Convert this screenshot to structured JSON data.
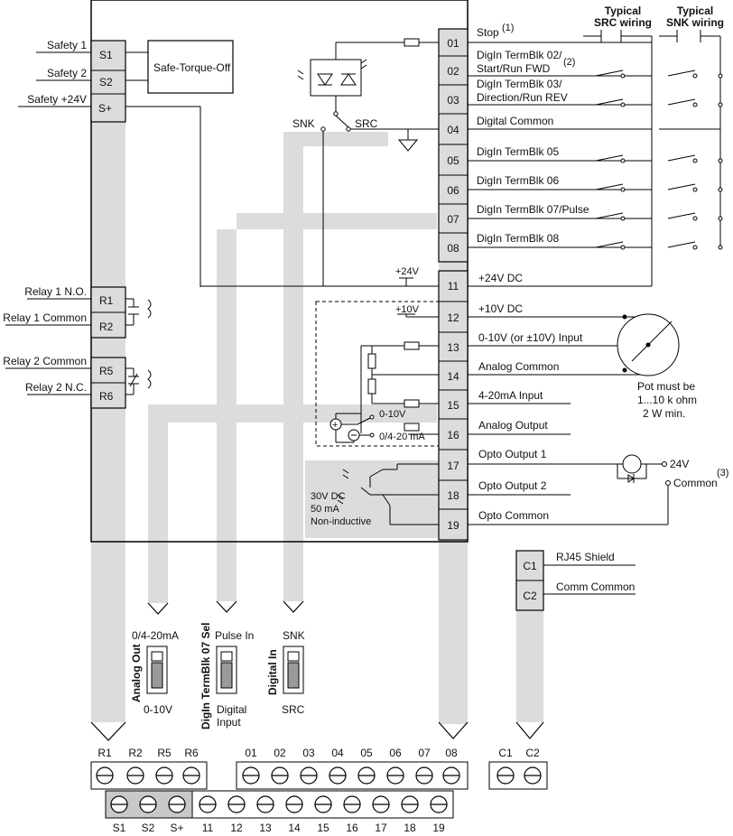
{
  "left_labels": [
    "Safety 1",
    "Safety 2",
    "Safety +24V",
    "Relay 1 N.O.",
    "Relay 1 Common",
    "Relay 2 Common",
    "Relay 2 N.C."
  ],
  "left_terminals": [
    "S1",
    "S2",
    "S+",
    "R1",
    "R2",
    "R5",
    "R6"
  ],
  "safe_torque_off": "Safe-Torque-Off",
  "right_terminals": [
    "01",
    "02",
    "03",
    "04",
    "05",
    "06",
    "07",
    "08",
    "11",
    "12",
    "13",
    "14",
    "15",
    "16",
    "17",
    "18",
    "19"
  ],
  "io_labels": {
    "t01": "Stop",
    "t01_ref": "(1)",
    "t02a": "DigIn TermBlk 02/",
    "t02b": "Start/Run FWD",
    "t02_ref": "(2)",
    "t03a": "DigIn TermBlk 03/",
    "t03b": "Direction/Run REV",
    "t04": "Digital Common",
    "t05": "DigIn TermBlk 05",
    "t06": "DigIn TermBlk 06",
    "t07": "DigIn TermBlk 07/Pulse",
    "t08": "DigIn TermBlk 08",
    "t11": "+24V DC",
    "t12": "+10V DC",
    "t13": "0-10V (or ±10V) Input",
    "t14": "Analog Common",
    "t15": "4-20mA Input",
    "t16": "Analog Output",
    "t17": "Opto Output 1",
    "t18": "Opto Output 2",
    "t19": "Opto Common"
  },
  "wiring_headers": {
    "src_line1": "Typical",
    "src_line2": "SRC wiring",
    "snk_line1": "Typical",
    "snk_line2": "SNK wiring"
  },
  "internal": {
    "snk": "SNK",
    "src": "SRC",
    "plus24": "+24V",
    "plus10": "+10V",
    "out_v": "0-10V",
    "out_ma": "0/4-20 mA",
    "opto_line1": "30V DC",
    "opto_line2": "50 mA",
    "opto_line3": "Non-inductive"
  },
  "pot_note": [
    "Pot must be",
    "1...10 k ohm",
    "2 W min."
  ],
  "opto_right": {
    "v24": "24V",
    "common": "Common",
    "ref": "(3)"
  },
  "comm": {
    "c1": "C1",
    "c2": "C2",
    "c1_label": "RJ45 Shield",
    "c2_label": "Comm Common"
  },
  "switches": {
    "analog_top": "0/4-20mA",
    "analog_name": "Analog Out",
    "analog_bottom": "0-10V",
    "pulse_top": "Pulse In",
    "pulse_name": "DigIn TermBlk 07 Sel",
    "pulse_bottom1": "Digital",
    "pulse_bottom2": "Input",
    "digin_top": "SNK",
    "digin_name": "Digital In",
    "digin_bottom": "SRC"
  },
  "block_top_labels": [
    "R1",
    "R2",
    "R5",
    "R6",
    "01",
    "02",
    "03",
    "04",
    "05",
    "06",
    "07",
    "08",
    "C1",
    "C2"
  ],
  "block_bottom_labels": [
    "S1",
    "S2",
    "S+",
    "11",
    "12",
    "13",
    "14",
    "15",
    "16",
    "17",
    "18",
    "19"
  ]
}
